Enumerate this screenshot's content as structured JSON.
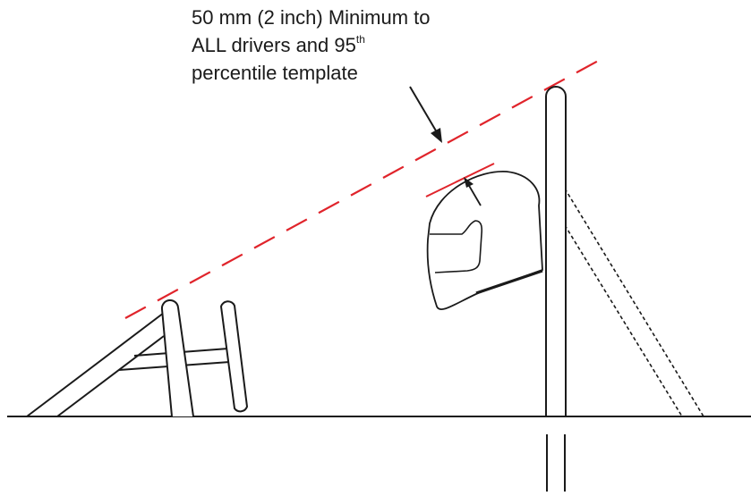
{
  "annotation": {
    "line1": "50 mm (2 inch) Minimum to",
    "line2_prefix": "ALL drivers and 95",
    "line2_superscript": "th",
    "line3": "percentile template"
  },
  "colors": {
    "outline": "#1a1a1a",
    "clearance_line": "#e0242b",
    "background": "#ffffff"
  }
}
